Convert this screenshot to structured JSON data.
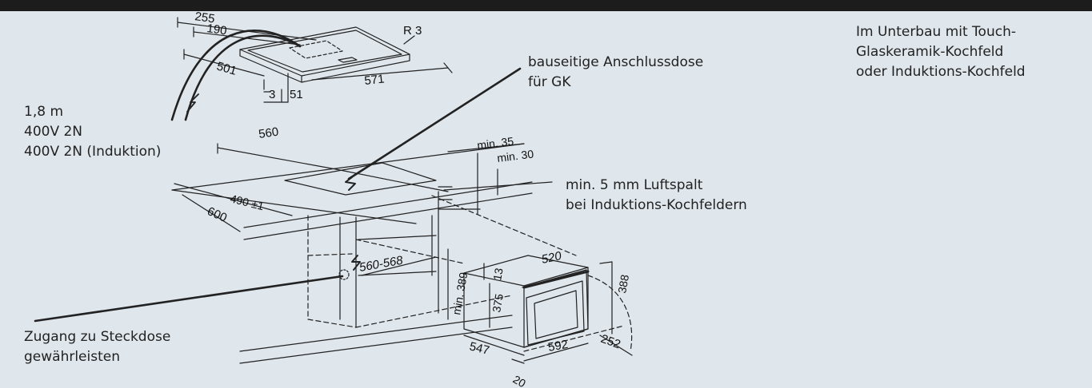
{
  "notes": {
    "cable": [
      "1,8 m",
      "400V 2N",
      "400V 2N (Induktion)"
    ],
    "junction_box": [
      "bauseitige Anschlussdose",
      "für GK"
    ],
    "air_gap": [
      "min. 5 mm Luftspalt",
      "bei Induktions-Kochfeldern"
    ],
    "installation": [
      "Im Unterbau mit Touch-",
      "Glaskeramik-Kochfeld",
      "oder Induktions-Kochfeld"
    ],
    "socket_access": [
      "Zugang zu Steckdose",
      "gewährleisten"
    ]
  },
  "dimensions": {
    "hob_255": "255",
    "hob_190": "190",
    "hob_radius": "R 3",
    "hob_501": "501",
    "hob_571": "571",
    "hob_3": "3",
    "hob_51": "51",
    "cutout_560": "560",
    "cutout_490": "490 ±1",
    "worktop_600": "600",
    "min_35": "min. 35",
    "min_30": "min. 30",
    "niche_width": "560-568",
    "niche_height": "min. 389",
    "oven_520": "520",
    "oven_13": "13",
    "oven_375": "375",
    "oven_388": "388",
    "oven_547": "547",
    "oven_592": "592",
    "oven_252": "252",
    "oven_20": "20"
  }
}
